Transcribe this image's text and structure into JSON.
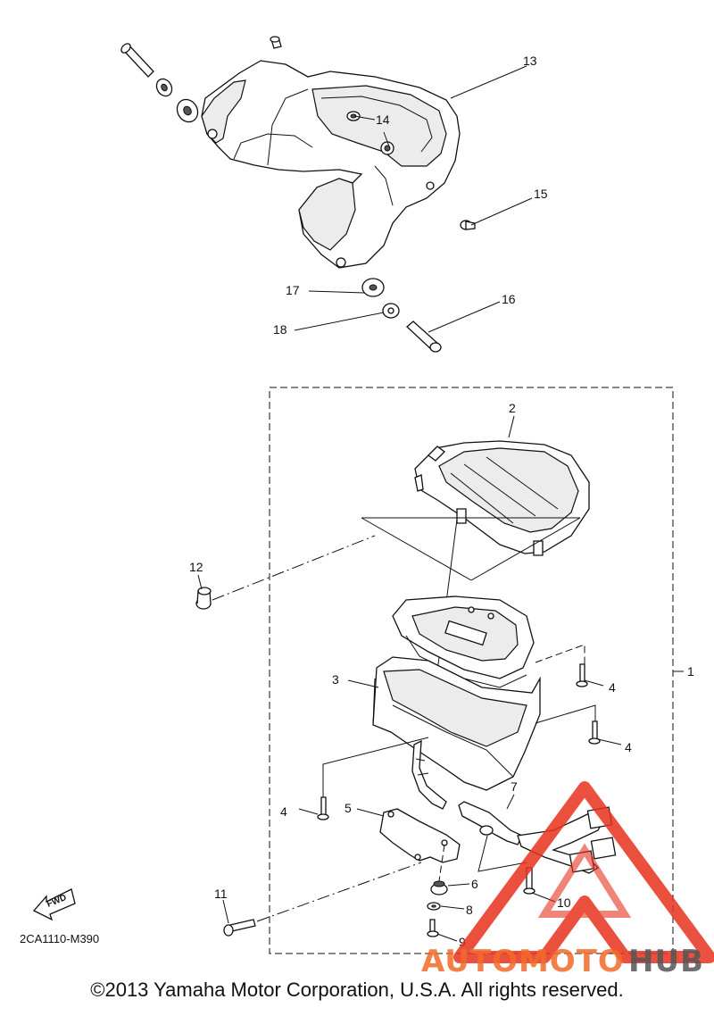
{
  "diagram": {
    "parts": [
      {
        "id": "1",
        "label": "1"
      },
      {
        "id": "2",
        "label": "2"
      },
      {
        "id": "3",
        "label": "3"
      },
      {
        "id": "4a",
        "label": "4"
      },
      {
        "id": "4b",
        "label": "4"
      },
      {
        "id": "4c",
        "label": "4"
      },
      {
        "id": "5",
        "label": "5"
      },
      {
        "id": "6",
        "label": "6"
      },
      {
        "id": "7",
        "label": "7"
      },
      {
        "id": "8",
        "label": "8"
      },
      {
        "id": "9",
        "label": "9"
      },
      {
        "id": "10",
        "label": "10"
      },
      {
        "id": "11",
        "label": "11"
      },
      {
        "id": "12",
        "label": "12"
      },
      {
        "id": "13",
        "label": "13"
      },
      {
        "id": "14",
        "label": "14"
      },
      {
        "id": "15",
        "label": "15"
      },
      {
        "id": "16",
        "label": "16"
      },
      {
        "id": "17",
        "label": "17"
      },
      {
        "id": "18",
        "label": "18"
      }
    ],
    "diagram_code": "2CA1110-M390",
    "fwd_label": "FWD",
    "copyright": "©2013 Yamaha Motor Corporation, U.S.A. All rights reserved.",
    "watermark": {
      "part1": "AUTOMOTO",
      "part2": "HUB",
      "color_primary": "#f26b2a",
      "color_secondary": "#555555",
      "triangle_color": "#e8321e"
    }
  }
}
